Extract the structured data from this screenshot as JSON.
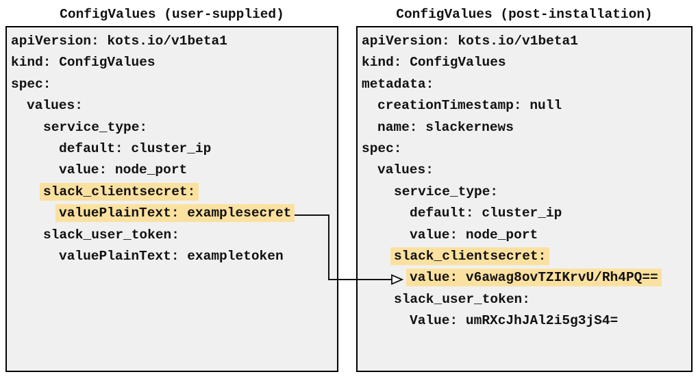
{
  "colors": {
    "highlight": "#fbe1a0",
    "panel_background": "#f0f0f0",
    "border": "#000000"
  },
  "left_panel": {
    "title": "ConfigValues (user-supplied)",
    "lines": [
      {
        "text": "apiVersion: kots.io/v1beta1",
        "indent": 0,
        "highlight": false
      },
      {
        "text": "kind: ConfigValues",
        "indent": 0,
        "highlight": false
      },
      {
        "text": "spec:",
        "indent": 0,
        "highlight": false
      },
      {
        "text": "values:",
        "indent": 1,
        "highlight": false
      },
      {
        "text": "service_type:",
        "indent": 2,
        "highlight": false
      },
      {
        "text": "default: cluster_ip",
        "indent": 3,
        "highlight": false
      },
      {
        "text": "value: node_port",
        "indent": 3,
        "highlight": false
      },
      {
        "text": "slack_clientsecret:",
        "indent": 2,
        "highlight": true
      },
      {
        "text": "valuePlainText: examplesecret",
        "indent": 3,
        "highlight": true
      },
      {
        "text": "slack_user_token:",
        "indent": 2,
        "highlight": false
      },
      {
        "text": "valuePlainText: exampletoken",
        "indent": 3,
        "highlight": false
      }
    ]
  },
  "right_panel": {
    "title": "ConfigValues (post-installation)",
    "lines": [
      {
        "text": "apiVersion: kots.io/v1beta1",
        "indent": 0,
        "highlight": false
      },
      {
        "text": "kind: ConfigValues",
        "indent": 0,
        "highlight": false
      },
      {
        "text": "metadata:",
        "indent": 0,
        "highlight": false
      },
      {
        "text": "creationTimestamp: null",
        "indent": 1,
        "highlight": false
      },
      {
        "text": "name: slackernews",
        "indent": 1,
        "highlight": false
      },
      {
        "text": "spec:",
        "indent": 0,
        "highlight": false
      },
      {
        "text": "values:",
        "indent": 1,
        "highlight": false
      },
      {
        "text": "service_type:",
        "indent": 2,
        "highlight": false
      },
      {
        "text": "default: cluster_ip",
        "indent": 3,
        "highlight": false
      },
      {
        "text": "value: node_port",
        "indent": 3,
        "highlight": false
      },
      {
        "text": "slack_clientsecret:",
        "indent": 2,
        "highlight": true
      },
      {
        "text": "value: v6awag8ovTZIKrvU/Rh4PQ==",
        "indent": 3,
        "highlight": true
      },
      {
        "text": "slack_user_token:",
        "indent": 2,
        "highlight": false
      },
      {
        "text": "Value: umRXcJhJAl2i5g3jS4=",
        "indent": 3,
        "highlight": false
      }
    ]
  },
  "arrow": {
    "from": "valuePlainText: examplesecret",
    "to": "value: v6awag8ovTZIKrvU/Rh4PQ=="
  }
}
